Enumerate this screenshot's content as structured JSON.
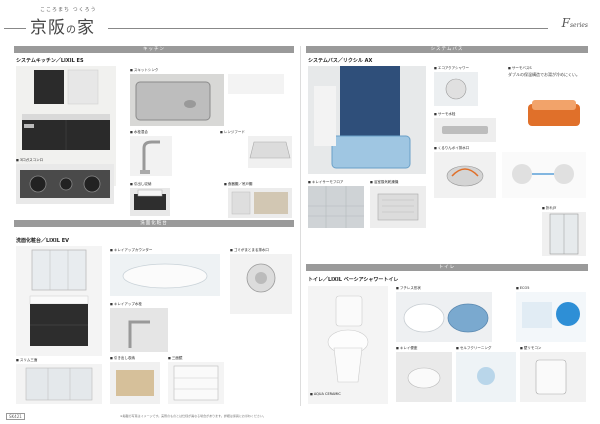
{
  "header": {
    "tagline": "こころまち つくろう",
    "brand_main": "京阪",
    "brand_no": "の",
    "brand_end": "家",
    "series_letter": "F",
    "series_word": "series"
  },
  "sections": {
    "kitchen": "キッチン",
    "bath": "システムバス",
    "washroom": "洗面化粧台",
    "toilet": "トイレ"
  },
  "kitchen": {
    "title": "システムキッチン／LIXIL ES",
    "labels": {
      "sink": "スキットシンク",
      "faucet": "水栓混合",
      "range_hood": "レンジフード",
      "stove": "3口ガスコンロ",
      "drawer": "引出し収納",
      "storage": "食器棚／吊戸棚"
    }
  },
  "bath": {
    "title": "システムバス／リクシル AX",
    "labels": {
      "shower": "エコアクアシャワー",
      "thermos": "サーモバスS",
      "faucet": "サーモ水栓",
      "floor": "キレイサーモフロア",
      "dryer": "浴室換気乾燥機",
      "drain": "くるりんポイ排水口",
      "door": "折れ戸"
    },
    "callout": "ダブルの保温構造でお湯が冷めにくい。"
  },
  "washroom": {
    "title": "洗面化粧台／LIXIL EV",
    "labels": {
      "counter": "キレイアップカウンター",
      "bowl": "キレイアップ水栓",
      "drain": "ゴミがまとまる排水口",
      "mirror": "三面鏡",
      "slim": "スリム三面",
      "storage": "引き出し収納"
    }
  },
  "toilet": {
    "title": "トイレ／LIXIL ベーシアシャワートイレ",
    "labels": {
      "bowl": "フチレス形状",
      "eco": "ECO5",
      "clean": "キレイ便座",
      "remote": "壁リモコン",
      "aqua": "AQUA CERAMIC",
      "nozzle": "セルフクリーニング"
    }
  },
  "footer": {
    "page": "SK421",
    "note": "※掲載の写真はイメージです。実際のものとは仕様が異なる場合があります。詳細は係員にお尋ねください。"
  },
  "colors": {
    "section_bar": "#9a9a9a",
    "bath_wall": "#2f4f7a",
    "cabinet_dark": "#2a2a2a",
    "orange_accent": "#e0702a"
  }
}
